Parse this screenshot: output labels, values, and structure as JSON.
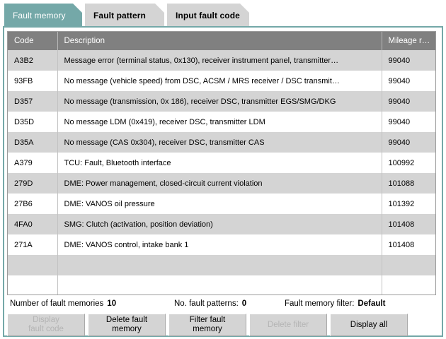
{
  "tabs": [
    {
      "label": "Fault memory",
      "active": true
    },
    {
      "label": "Fault pattern",
      "active": false
    },
    {
      "label": "Input fault code",
      "active": false
    }
  ],
  "table": {
    "columns": [
      "Code",
      "Description",
      "Mileage r…"
    ],
    "rows": [
      {
        "code": "A3B2",
        "description": "Message error (terminal status, 0x130), receiver instrument panel, transmitter…",
        "mileage": "99040"
      },
      {
        "code": "93FB",
        "description": "No message (vehicle speed) from DSC, ACSM / MRS receiver / DSC transmit…",
        "mileage": "99040"
      },
      {
        "code": "D357",
        "description": "No message (transmission, 0x 186), receiver DSC, transmitter EGS/SMG/DKG",
        "mileage": "99040"
      },
      {
        "code": "D35D",
        "description": "No message LDM (0x419), receiver DSC, transmitter LDM",
        "mileage": "99040"
      },
      {
        "code": "D35A",
        "description": "No message (CAS 0x304), receiver DSC, transmitter CAS",
        "mileage": "99040"
      },
      {
        "code": "A379",
        "description": "TCU: Fault, Bluetooth interface",
        "mileage": "100992"
      },
      {
        "code": "279D",
        "description": "DME: Power management, closed-circuit current violation",
        "mileage": "101088"
      },
      {
        "code": "27B6",
        "description": "DME: VANOS oil pressure",
        "mileage": "101392"
      },
      {
        "code": "4FA0",
        "description": "SMG: Clutch (activation, position deviation)",
        "mileage": "101408"
      },
      {
        "code": "271A",
        "description": "DME: VANOS control, intake bank 1",
        "mileage": "101408"
      },
      {
        "code": "",
        "description": "",
        "mileage": ""
      },
      {
        "code": "",
        "description": "",
        "mileage": ""
      }
    ]
  },
  "status": {
    "fault_memories_label": "Number of fault memories",
    "fault_memories_value": "10",
    "fault_patterns_label": "No. fault patterns:",
    "fault_patterns_value": "0",
    "filter_label": "Fault memory filter:",
    "filter_value": "Default"
  },
  "buttons": [
    {
      "line1": "Display",
      "line2": "fault code",
      "disabled": true
    },
    {
      "line1": "Delete fault",
      "line2": "memory",
      "disabled": false
    },
    {
      "line1": "Filter fault",
      "line2": "memory",
      "disabled": false
    },
    {
      "line1": "Delete filter",
      "line2": "",
      "disabled": true
    },
    {
      "line1": "Display all",
      "line2": "",
      "disabled": false
    }
  ],
  "colors": {
    "accent_teal": "#74a8a8",
    "header_gray": "#808080",
    "row_gray": "#d4d4d4",
    "row_white": "#ffffff",
    "disabled_text": "#b4b4b4"
  }
}
